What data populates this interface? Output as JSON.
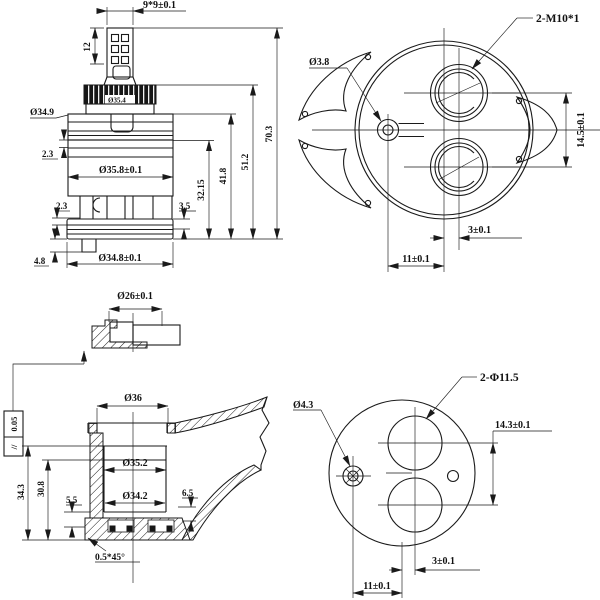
{
  "drawing": {
    "side_view": {
      "stem_square": "9*9±0.1",
      "stem_height": "12",
      "collar_dia": "Ø34.9",
      "gear_dia": "Ø35.4",
      "cap_lip": "2.3",
      "body_dia": "Ø35.8±0.1",
      "leg_step": "2.3",
      "flange_lip": "3.5",
      "foot_height": "4.8",
      "base_dia": "Ø34.8±0.1",
      "h_shoulder": "32.15",
      "h_cap": "41.8",
      "h_gear": "51.2",
      "h_total": "70.3"
    },
    "top_view": {
      "thread_callout": "2-M10*1",
      "pilot_dia": "Ø3.8",
      "hole_spacing": "14.5±0.1",
      "hole_offset": "3±0.1",
      "pilot_offset": "11±0.1"
    },
    "section_view": {
      "ring_dia": "Ø26±0.1",
      "parallelism_symbol": "//",
      "parallelism_tol": "0.05",
      "outer_dia": "Ø36",
      "upper_bore": "Ø35.2",
      "lower_bore": "Ø34.2",
      "depth_total": "34.3",
      "depth_inner": "30.8",
      "step_left": "5.5",
      "step_right": "6.5",
      "chamfer": "0.5*45°"
    },
    "bottom_view": {
      "holes_callout": "2-Φ11.5",
      "pilot_dia": "Ø4.3",
      "hole_spacing": "14.3±0.1",
      "hole_offset": "3±0.1",
      "pilot_offset": "11±0.1"
    },
    "colors": {
      "line": "#1a1a1a",
      "background": "#ffffff"
    }
  }
}
